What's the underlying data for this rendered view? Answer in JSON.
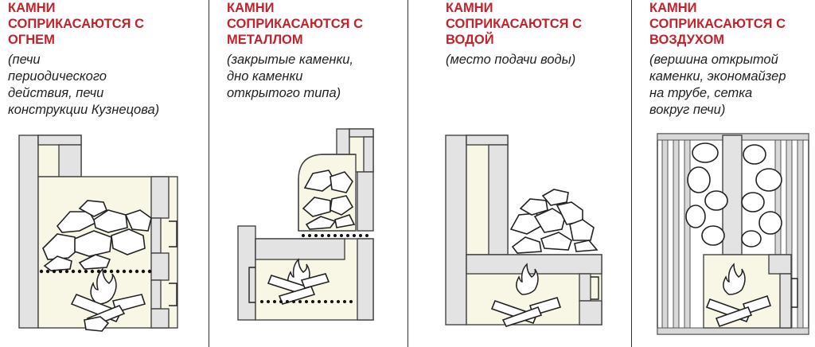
{
  "panels": [
    {
      "heading": [
        "КАМНИ",
        "СОПРИКАСАЮТСЯ С",
        "ОГНЕМ"
      ],
      "note": [
        "(печи",
        "периодического",
        "действия, печи",
        "конструкции Кузнецова)"
      ],
      "stove_icon": "batch-stove-stones-over-fire"
    },
    {
      "heading": [
        "КАМНИ",
        "СОПРИКАСАЮТСЯ С",
        "МЕТАЛЛОМ"
      ],
      "note": [
        "(закрытые каменки,",
        "дно каменки",
        "открытого типа)"
      ],
      "stove_icon": "closed-heater-stones-on-metal"
    },
    {
      "heading": [
        "КАМНИ",
        "СОПРИКАСАЮТСЯ С",
        "ВОДОЙ"
      ],
      "note": [
        "(место подачи воды)"
      ],
      "stove_icon": "open-top-stones-water-feed"
    },
    {
      "heading": [
        "КАМНИ",
        "СОПРИКАСАЮТСЯ С",
        "ВОЗДУХОМ"
      ],
      "note": [
        "(вершина открытой",
        "каменки, экономайзер",
        "на трубе, сетка",
        "вокруг печи)"
      ],
      "stove_icon": "mesh-heater-stones-in-air"
    }
  ],
  "colors": {
    "heading": "#c4222b",
    "text": "#222222",
    "interior": "#f8f7e6",
    "wall": "#e3e3e3"
  }
}
